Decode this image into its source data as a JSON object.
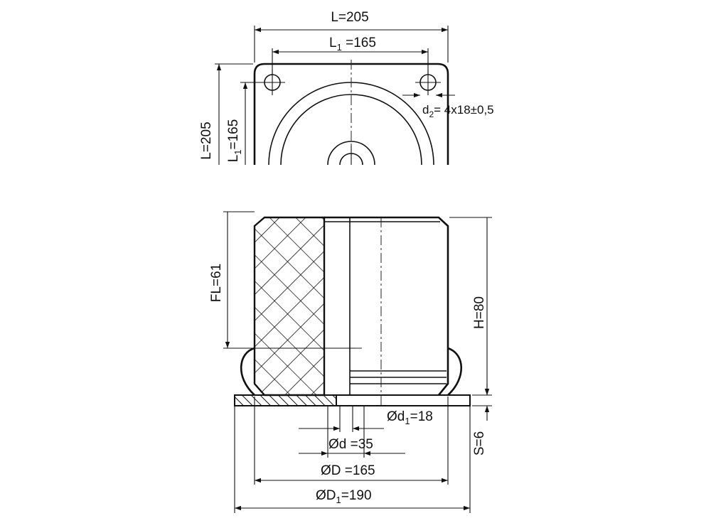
{
  "top_view": {
    "L": "L=205",
    "L1_main": "L",
    "L1_sub": "1",
    "L1_value": " =165",
    "side_L": "L=205",
    "side_L1_main": "L",
    "side_L1_sub": "1",
    "side_L1_value": "=165",
    "d2_main": "d",
    "d2_sub": "2",
    "d2_value": "= 4x18±0,5"
  },
  "side_view": {
    "FL": "FL=61",
    "H": "H=80",
    "S": "S=6",
    "d1_main": "Ød",
    "d1_sub": "1",
    "d1_value": "=18",
    "d": "Ød =35",
    "D": "ØD =165",
    "D1_main": "ØD",
    "D1_sub": "1",
    "D1_value": "=190"
  },
  "colors": {
    "line": "#111111",
    "background": "#ffffff"
  }
}
